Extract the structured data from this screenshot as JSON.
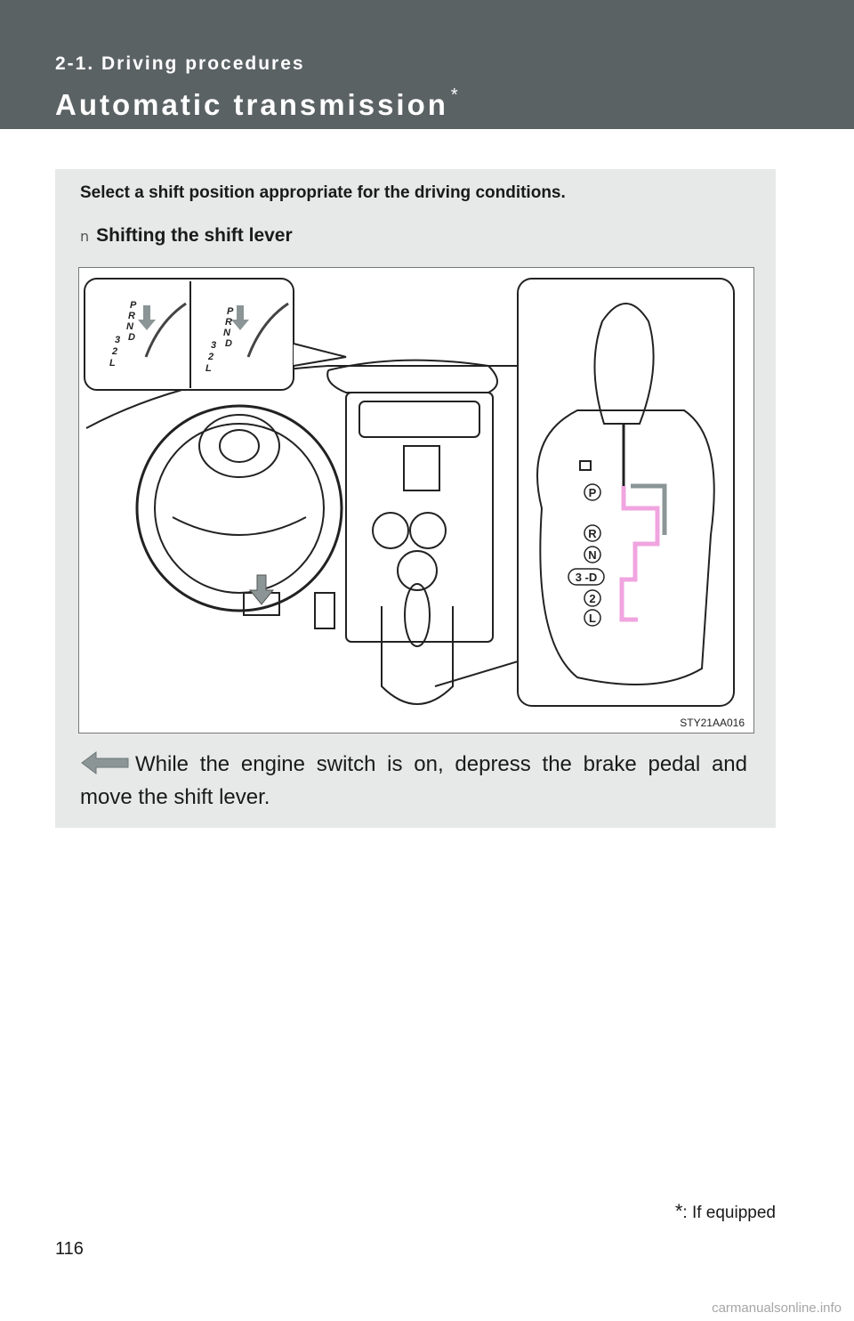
{
  "header": {
    "section": "2-1. Driving procedures",
    "title": "Automatic transmission",
    "title_mark": "*"
  },
  "intro": "Select a shift position appropriate for the driving conditions.",
  "subheading": {
    "bullet": "n",
    "text": "Shifting the shift lever"
  },
  "figure": {
    "code": "STY21AA016",
    "gauge_left": {
      "labels": [
        "P",
        "R",
        "N",
        "D",
        "3",
        "2",
        "L"
      ]
    },
    "gauge_right": {
      "labels": [
        "P",
        "R",
        "N",
        "D",
        "3",
        "2",
        "L"
      ]
    },
    "gate_positions": [
      "P",
      "R",
      "N",
      "3 -D",
      "2",
      "L"
    ]
  },
  "caption": "While the engine switch is on, depress the brake pedal and move the shift lever.",
  "footnote": {
    "mark": "*",
    "text": ": If equipped"
  },
  "page_number": "116",
  "watermark": "carmanualsonline.info",
  "colors": {
    "header_bg": "#5b6264",
    "panel_bg": "#e7e8e8",
    "arrow_gray": "#8b9596",
    "arrow_pink": "#f0a4e0"
  }
}
